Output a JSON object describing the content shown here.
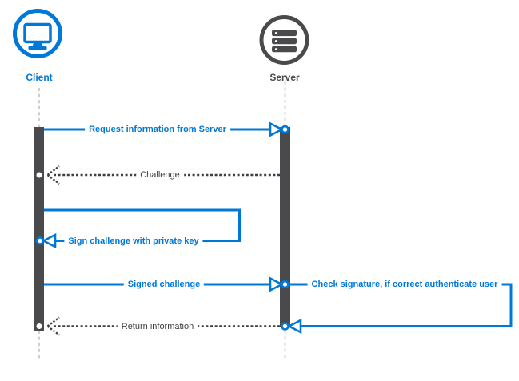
{
  "diagram": {
    "type": "sequence",
    "actors": [
      {
        "label": "Client",
        "icon": "monitor-icon",
        "color": "#0078D7"
      },
      {
        "label": "Server",
        "icon": "server-stack-icon",
        "color": "#4A4A4C"
      }
    ],
    "messages": [
      {
        "label": "Request information from Server",
        "from": "Client",
        "to": "Server",
        "line": "solid",
        "color": "#0078D7"
      },
      {
        "label": "Challenge",
        "from": "Server",
        "to": "Client",
        "line": "dashed",
        "color": "#3F3F3F"
      },
      {
        "label": "Sign challenge with private key",
        "from": "Client",
        "to": "Client",
        "line": "solid-self-loop",
        "color": "#0078D7"
      },
      {
        "label": "Signed challenge",
        "from": "Client",
        "to": "Server",
        "line": "solid",
        "color": "#0078D7"
      },
      {
        "label": "Check signature, if correct authenticate user",
        "from": "Server",
        "to": "Server",
        "line": "solid-self-loop",
        "color": "#0078D7"
      },
      {
        "label": "Return information",
        "from": "Server",
        "to": "Client",
        "line": "dashed",
        "color": "#3F3F3F"
      }
    ],
    "colors": {
      "accent": "#0078D7",
      "neutral": "#4A4A4C",
      "lifeline": "#C9C9C9",
      "background": "#FFFFFF"
    }
  }
}
